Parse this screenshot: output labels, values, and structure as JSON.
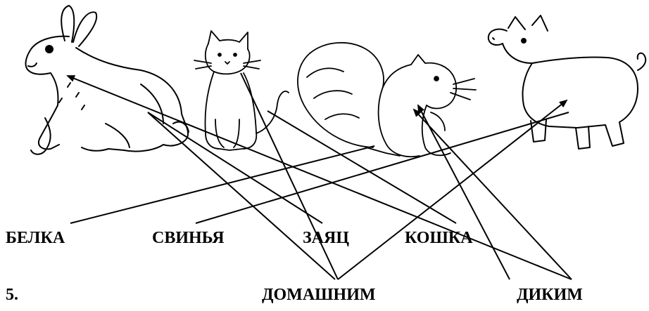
{
  "words": {
    "belka": "БЕЛКА",
    "svinya": "СВИНЬЯ",
    "zayats": "ЗАЯЦ",
    "koshka": "КОШКА"
  },
  "task": {
    "number": "5.",
    "domestic": "ДОМАШНИМ",
    "wild": "ДИКИМ"
  },
  "pictures": [
    "rabbit",
    "cat",
    "squirrel",
    "pig"
  ],
  "colors": {
    "ink": "#000000",
    "paper": "#ffffff"
  }
}
